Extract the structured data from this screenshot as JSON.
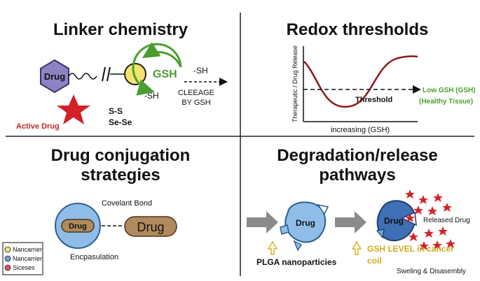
{
  "panels": {
    "top_left": {
      "title": "Linker chemistry",
      "drug": "Drug",
      "sh_top": "-SH",
      "sh_bottom": "-SH",
      "gsh": "GSH",
      "cleavage": "CLEEAGE",
      "by_gsh": "BY GSH",
      "ss": "S-S",
      "sese": "Se-Se",
      "active_drug": "Active Drug"
    },
    "top_right": {
      "title": "Redox thresholds",
      "y_axis": "Therapeutic / Drug Release",
      "x_axis": "increasing (GSH)",
      "threshold": "Threshold",
      "low_gsh": "Low GSH (GSH)",
      "healthy": "(Healthy Tissue)"
    },
    "bottom_left": {
      "title_line1": "Drug conjugation",
      "title_line2": "strategies",
      "covalent": "Covelant Bond",
      "drug_inner": "Drug",
      "drug_outer": "Drug",
      "encapsulation": "Encpasulation"
    },
    "bottom_right": {
      "title_line1": "Degradation/release",
      "title_line2": "pathways",
      "plga_drug": "Drug",
      "plga": "PLGA nanoparticies",
      "drug2": "Drug",
      "released": "Released Drug",
      "gsh_level_1": "GSH LEVEL in cancer",
      "gsh_level_2": "coil",
      "swelling": "Sweling & Disasembly"
    }
  },
  "legend": [
    {
      "label": "Nancarrier",
      "color": "#f2e06a"
    },
    {
      "label": "Nancarrier",
      "color": "#6a9fd8"
    },
    {
      "label": "Siceses",
      "color": "#e0506a"
    }
  ],
  "colors": {
    "drug_hex": "#8f82c4",
    "gsh_green": "#4a9e2f",
    "curve_red": "#8b1a1a",
    "star_red": "#d42027",
    "arrow_gray": "#8a8a8a",
    "carrier_blue": "#6ea6dc",
    "pill_brown": "#b08a5c"
  }
}
